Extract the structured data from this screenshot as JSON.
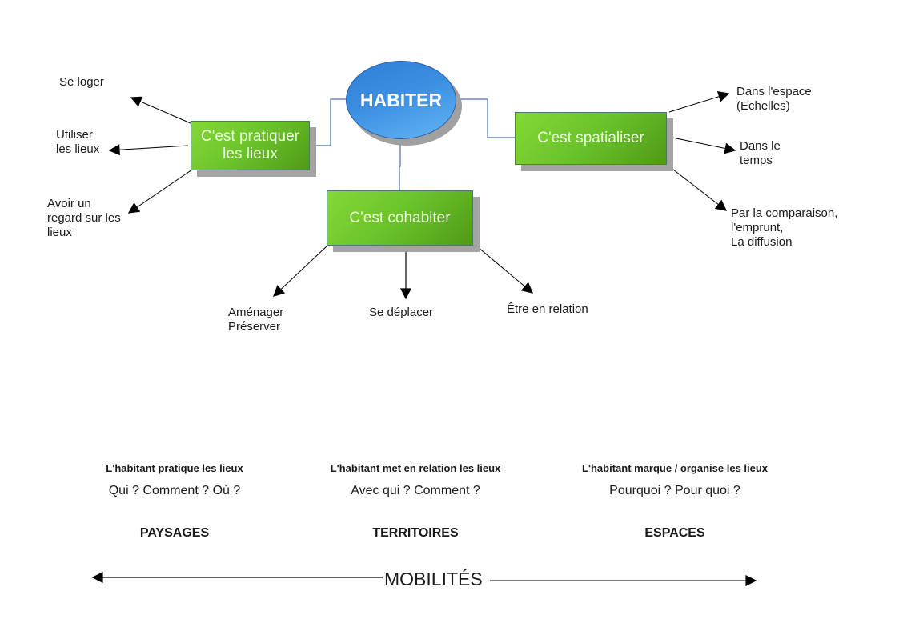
{
  "center": {
    "label": "HABITER"
  },
  "boxes": {
    "pratiquer": {
      "line1": "C'est pratiquer",
      "line2": "les lieux"
    },
    "spatialiser": {
      "label": "C'est spatialiser"
    },
    "cohabiter": {
      "label": "C'est cohabiter"
    }
  },
  "left_leaves": [
    {
      "lines": [
        "Se loger"
      ]
    },
    {
      "lines": [
        "Utiliser",
        "les lieux"
      ]
    },
    {
      "lines": [
        "Avoir un",
        "regard sur les",
        "lieux"
      ]
    }
  ],
  "right_leaves": [
    {
      "lines": [
        "Dans l'espace",
        "(Echelles)"
      ]
    },
    {
      "lines": [
        "Dans le",
        "temps"
      ]
    },
    {
      "lines": [
        "Par la comparaison,",
        "l'emprunt,",
        "La diffusion"
      ]
    }
  ],
  "bottom_leaves": [
    {
      "lines": [
        "Aménager",
        "Préserver"
      ]
    },
    {
      "lines": [
        "Se déplacer"
      ]
    },
    {
      "lines": [
        "Être en relation"
      ]
    }
  ],
  "columns": [
    {
      "heading": "L'habitant pratique les lieux",
      "questions": "Qui ? Comment ? Où ?",
      "category": "PAYSAGES"
    },
    {
      "heading": "L'habitant met en relation les lieux",
      "questions": "Avec qui ? Comment ?",
      "category": "TERRITOIRES"
    },
    {
      "heading": "L'habitant marque / organise les lieux",
      "questions": "Pourquoi ? Pour quoi ?",
      "category": "ESPACES"
    }
  ],
  "axis": {
    "label": "MOBILITÉS"
  },
  "colors": {
    "box_green": "#6ac22a",
    "ellipse_blue": "#3b8fe2",
    "connector": "#4a6fa5",
    "arrow": "#000000"
  }
}
